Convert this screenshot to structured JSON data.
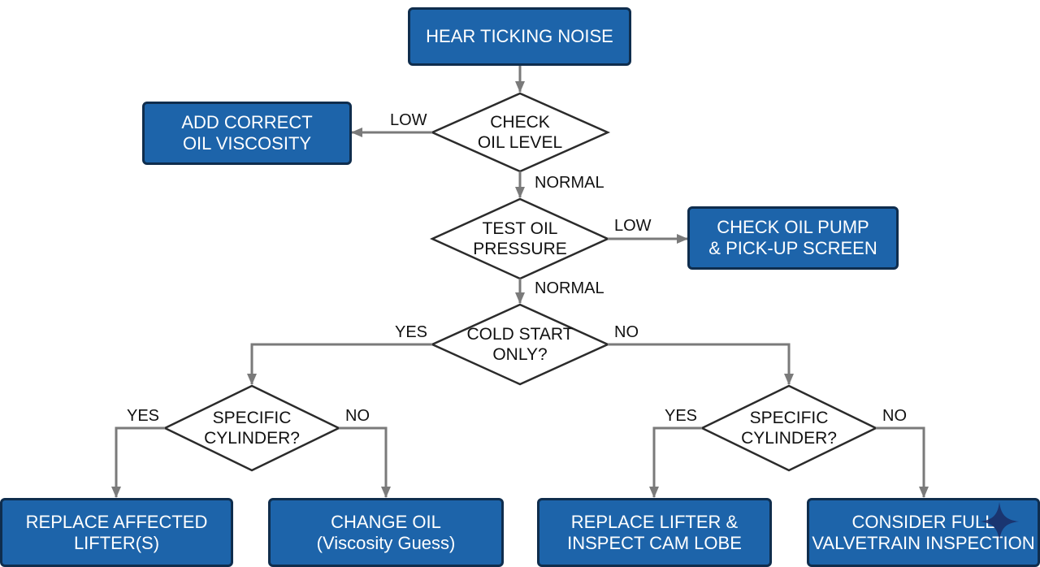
{
  "nodes": {
    "start": [
      "HEAR TICKING NOISE"
    ],
    "check_oil_level": [
      "CHECK",
      "OIL LEVEL"
    ],
    "add_oil": [
      "ADD CORRECT",
      "OIL VISCOSITY"
    ],
    "test_pressure": [
      "TEST OIL",
      "PRESSURE"
    ],
    "check_pump": [
      "CHECK OIL PUMP",
      "& PICK-UP SCREEN"
    ],
    "cold_start": [
      "COLD START",
      "ONLY?"
    ],
    "specific_left": [
      "SPECIFIC",
      "CYLINDER?"
    ],
    "specific_right": [
      "SPECIFIC",
      "CYLINDER?"
    ],
    "replace_lifter": [
      "REPLACE AFFECTED",
      "LIFTER(S)"
    ],
    "change_oil": [
      "CHANGE OIL",
      "(Viscosity Guess)"
    ],
    "replace_inspect": [
      "REPLACE LIFTER &",
      "INSPECT CAM LOBE"
    ],
    "full_inspection": [
      "CONSIDER FULL",
      "VALVETRAIN INSPECTION"
    ]
  },
  "edge_labels": {
    "low_1": "LOW",
    "normal_1": "NORMAL",
    "low_2": "LOW",
    "normal_2": "NORMAL",
    "yes_cold": "YES",
    "no_cold": "NO",
    "yes_left": "YES",
    "no_left": "NO",
    "yes_right": "YES",
    "no_right": "NO"
  },
  "colors": {
    "box_fill": "#1d64aa",
    "box_border": "#0f2d4d",
    "diamond_border": "#2b2b2b",
    "arrow": "#7a7a7a"
  },
  "icons": {
    "watermark": "sparkle-star-icon"
  }
}
